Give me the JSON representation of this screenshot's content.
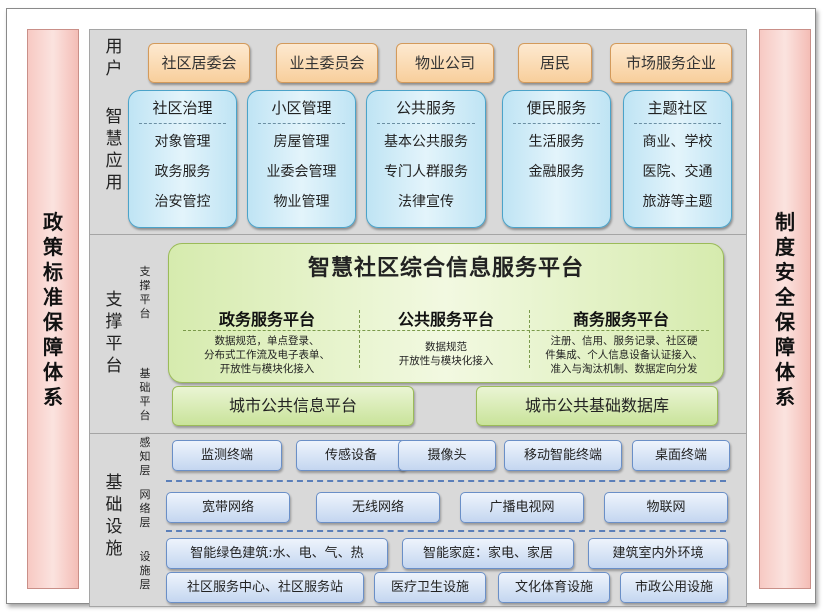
{
  "left_bar": {
    "chars": [
      "政",
      "策",
      "标",
      "准",
      "保",
      "障",
      "体",
      "系"
    ]
  },
  "right_bar": {
    "chars": [
      "制",
      "度",
      "安",
      "全",
      "保",
      "障",
      "体",
      "系"
    ]
  },
  "user_section": {
    "label_user": [
      "用",
      "户"
    ],
    "label_app": [
      "智",
      "慧",
      "应",
      "用"
    ],
    "users": [
      "社区居委会",
      "业主委员会",
      "物业公司",
      "居民",
      "市场服务企业"
    ],
    "apps": [
      {
        "title": "社区治理",
        "items": [
          "对象管理",
          "政务服务",
          "治安管控"
        ]
      },
      {
        "title": "小区管理",
        "items": [
          "房屋管理",
          "业委会管理",
          "物业管理"
        ]
      },
      {
        "title": "公共服务",
        "items": [
          "基本公共服务",
          "专门人群服务",
          "法律宣传"
        ]
      },
      {
        "title": "便民服务",
        "items": [
          "生活服务",
          "金融服务"
        ]
      },
      {
        "title": "主题社区",
        "items": [
          "商业、学校",
          "医院、交通",
          "旅游等主题"
        ]
      }
    ]
  },
  "support_section": {
    "label_main": [
      "支",
      "撑",
      "平",
      "台"
    ],
    "label_top": [
      "支",
      "撑",
      "平",
      "台"
    ],
    "label_bottom": [
      "基",
      "础",
      "平",
      "台"
    ],
    "platform_title": "智慧社区综合信息服务平台",
    "subs": [
      {
        "title": "政务服务平台",
        "desc": [
          "数据规范，单点登录、",
          "分布式工作流及电子表单、",
          "开放性与模块化接入"
        ]
      },
      {
        "title": "公共服务平台",
        "desc": [
          "数据规范",
          "开放性与模块化接入"
        ]
      },
      {
        "title": "商务服务平台",
        "desc": [
          "注册、信用、服务记录、社区硬",
          "件集成、个人信息设备认证接入、",
          "准入与淘汰机制、数据定向分发"
        ]
      }
    ],
    "city_boxes": [
      "城市公共信息平台",
      "城市公共基础数据库"
    ]
  },
  "base_section": {
    "label_main": [
      "基",
      "础",
      "设",
      "施"
    ],
    "label_sense": [
      "感",
      "知",
      "层"
    ],
    "label_net": [
      "网",
      "络",
      "层"
    ],
    "label_fac": [
      "设",
      "施",
      "层"
    ],
    "sense": [
      "监测终端",
      "传感设备",
      "摄像头",
      "移动智能终端",
      "桌面终端"
    ],
    "network": [
      "宽带网络",
      "无线网络",
      "广播电视网",
      "物联网"
    ],
    "facility_row1": [
      "智能绿色建筑:水、电、气、热",
      "智能家庭：家电、家居",
      "建筑室内外环境"
    ],
    "facility_row2": [
      "社区服务中心、社区服务站",
      "医疗卫生设施",
      "文化体育设施",
      "市政公用设施"
    ]
  }
}
